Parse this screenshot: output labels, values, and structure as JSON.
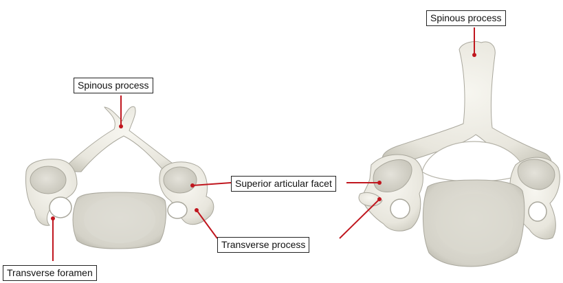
{
  "labels": {
    "spinous_left": "Spinous process",
    "spinous_right": "Spinous process",
    "superior_articular_facet": "Superior articular facet",
    "transverse_process": "Transverse process",
    "transverse_foramen": "Transverse foramen"
  },
  "colors": {
    "bone": "#ecebe3",
    "bone_shadow": "#c9c7bb",
    "bone_outline": "#a9a79c",
    "body_surface": "#dedcd3",
    "leader": "#c0161e",
    "label_border": "#222222"
  }
}
